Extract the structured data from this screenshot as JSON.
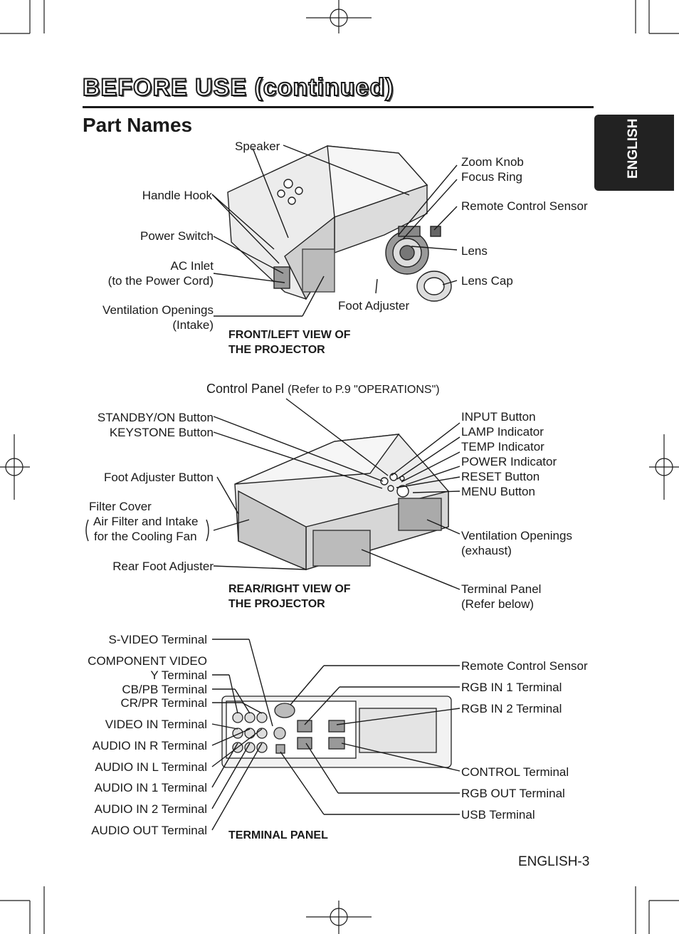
{
  "header": {
    "title": "BEFORE USE (continued)",
    "subtitle": "Part Names",
    "side_tab": "ENGLISH"
  },
  "front_view": {
    "caption_line1": "FRONT/LEFT VIEW OF",
    "caption_line2": "THE PROJECTOR",
    "labels": {
      "speaker": "Speaker",
      "handle_hook": "Handle Hook",
      "power_switch": "Power Switch",
      "ac_inlet_1": "AC Inlet",
      "ac_inlet_2": "(to the Power Cord)",
      "vent_intake_1": "Ventilation Openings",
      "vent_intake_2": "(Intake)",
      "zoom_knob": "Zoom Knob",
      "focus_ring": "Focus Ring",
      "remote_sensor": "Remote Control Sensor",
      "lens": "Lens",
      "lens_cap": "Lens Cap",
      "foot_adjuster": "Foot Adjuster"
    }
  },
  "rear_view": {
    "caption_line1": "REAR/RIGHT VIEW OF",
    "caption_line2": "THE PROJECTOR",
    "control_panel": "Control Panel",
    "control_panel_ref": "(Refer to P.9 \"OPERATIONS\")",
    "labels": {
      "standby": "STANDBY/ON Button",
      "keystone": "KEYSTONE Button",
      "foot_adjuster_button": "Foot Adjuster Button",
      "filter_cover": "Filter Cover",
      "air_filter_1": "Air Filter and Intake",
      "air_filter_2": "for the Cooling Fan",
      "rear_foot": "Rear Foot Adjuster",
      "input_button": "INPUT Button",
      "lamp": "LAMP Indicator",
      "temp": "TEMP Indicator",
      "power": "POWER Indicator",
      "reset": "RESET Button",
      "menu": "MENU Button",
      "vent_exhaust_1": "Ventilation Openings",
      "vent_exhaust_2": "(exhaust)",
      "terminal_panel_1": "Terminal Panel",
      "terminal_panel_2": "(Refer below)"
    }
  },
  "terminal_panel": {
    "caption": "TERMINAL PANEL",
    "labels": {
      "svideo": "S-VIDEO Terminal",
      "component_1": "COMPONENT VIDEO",
      "component_y": "Y Terminal",
      "cb_pb": "CB/PB Terminal",
      "cr_pr": "CR/PR Terminal",
      "video_in": "VIDEO IN Terminal",
      "audio_r": "AUDIO IN R Terminal",
      "audio_l": "AUDIO IN L Terminal",
      "audio_1": "AUDIO IN 1 Terminal",
      "audio_2": "AUDIO IN 2 Terminal",
      "audio_out": "AUDIO OUT Terminal",
      "remote_sensor": "Remote Control Sensor",
      "rgb_in1": "RGB IN 1 Terminal",
      "rgb_in2": "RGB IN 2 Terminal",
      "control": "CONTROL Terminal",
      "rgb_out": "RGB OUT Terminal",
      "usb": "USB Terminal"
    }
  },
  "footer": {
    "page": "ENGLISH-3"
  }
}
